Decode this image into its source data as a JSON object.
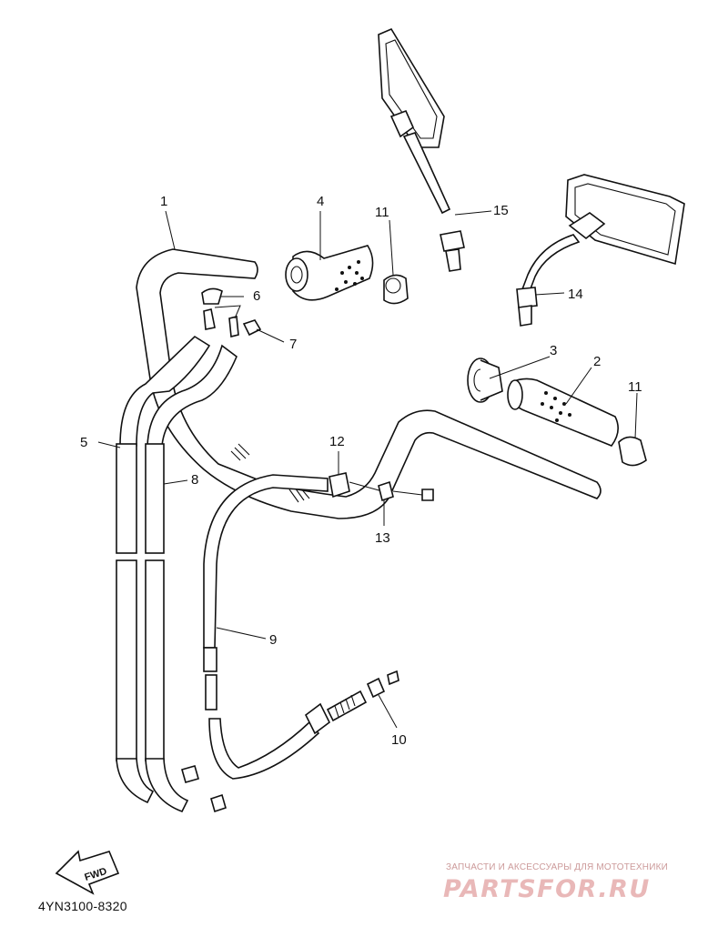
{
  "callouts": [
    "1",
    "2",
    "3",
    "4",
    "5",
    "6",
    "7",
    "8",
    "9",
    "10",
    "11",
    "11",
    "12",
    "13",
    "14",
    "15"
  ],
  "fwd_label": "FWD",
  "diagram_code": "4YN3100-8320",
  "watermark": {
    "caption": "ЗАПЧАСТИ И АКСЕССУАРЫ ДЛЯ МОТОТЕХНИКИ",
    "logo": "PARTSFOR.RU"
  }
}
